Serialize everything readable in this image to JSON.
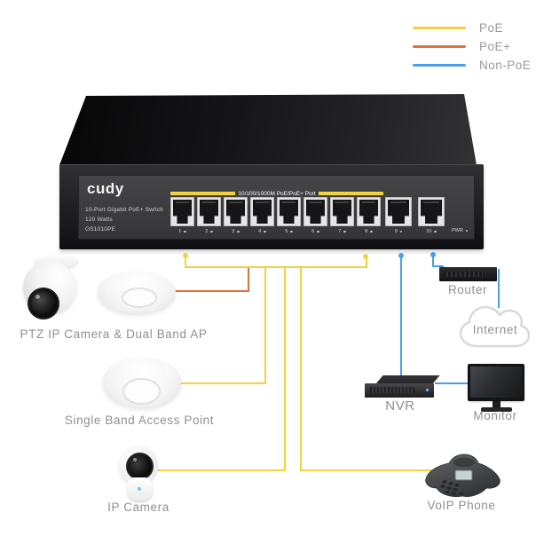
{
  "colors": {
    "poe": "#F2D23E",
    "poe_plus": "#E2703C",
    "non_poe": "#4AA0E8",
    "label_text": "#8F8F8F"
  },
  "legend": {
    "items": [
      {
        "label": "PoE",
        "type": "poe"
      },
      {
        "label": "PoE+",
        "type": "poe_plus"
      },
      {
        "label": "Non-PoE",
        "type": "non_poe"
      }
    ]
  },
  "switch": {
    "brand": "cudy",
    "model_lines": [
      "10-Port Gigabit PoE+ Switch",
      "120 Watts",
      "GS1010PE"
    ],
    "port_group_label": "10/100/1000M PoE/PoE+ Port",
    "ports": [
      "1",
      "2",
      "3",
      "4",
      "5",
      "6",
      "7",
      "8",
      "9",
      "10"
    ],
    "pwr_label": "PWR"
  },
  "devices": {
    "ptz_ap": {
      "label": "PTZ IP Camera & Dual Band AP"
    },
    "single_ap": {
      "label": "Single Band Access Point"
    },
    "ip_camera": {
      "label": "IP Camera"
    },
    "router": {
      "label": "Router"
    },
    "internet": {
      "label": "Internet"
    },
    "nvr": {
      "label": "NVR"
    },
    "monitor": {
      "label": "Monitor"
    },
    "voip": {
      "label": "VoIP Phone"
    }
  }
}
